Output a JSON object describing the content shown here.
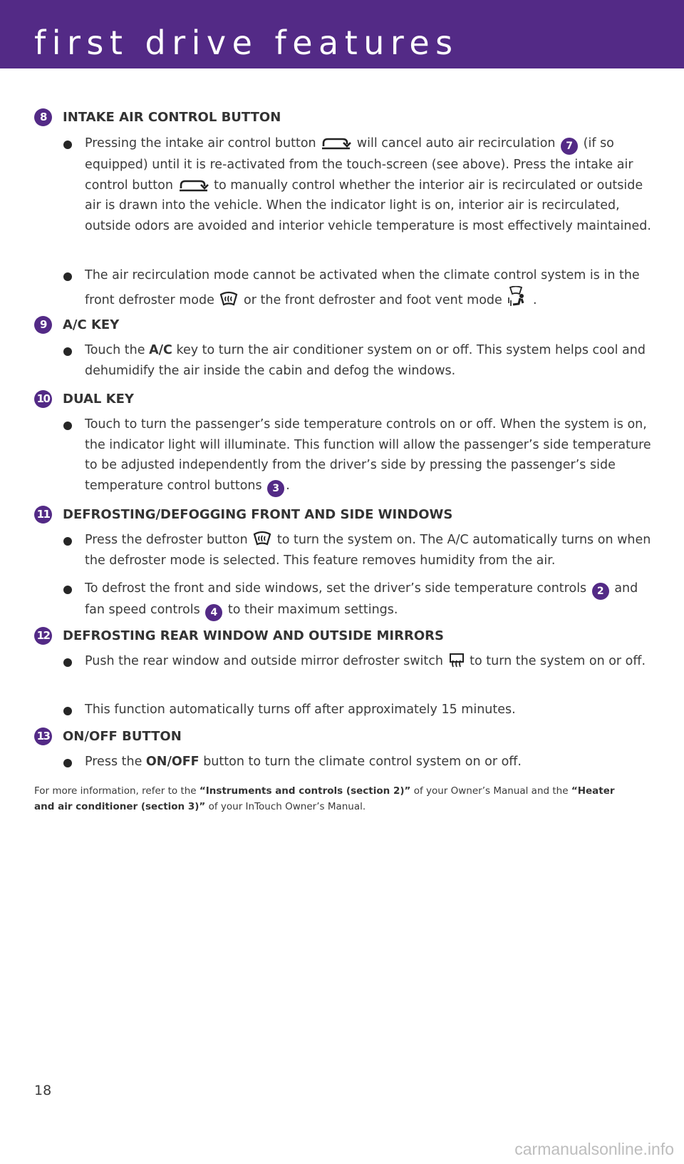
{
  "header": {
    "title": "first drive features"
  },
  "sections": [
    {
      "num": "8",
      "title": "INTAKE AIR CONTROL BUTTON",
      "bullets": [
        {
          "t1": "Pressing the intake air control button",
          "icon1": "recirculation-icon",
          "t2": "will cancel auto air recirculation",
          "ref": "7",
          "t3": "(if so equipped) until it is re-activated from the touch-screen (see above). Press the intake air control button",
          "icon2": "recirculation-icon",
          "t4": "to manually control whether the interior air is recirculated or outside air is drawn into the vehicle. When the indicator light is on, interior air is recirculated, outside odors are avoided and interior vehicle temperature is most effectively maintained."
        },
        {
          "t1": "The air recirculation mode cannot be activated when the climate control system is in the front defroster mode",
          "icon1": "front-defroster-icon",
          "t2": "or the front defroster and foot vent mode",
          "icon2": "defroster-foot-vent-icon",
          "t3": "."
        }
      ]
    },
    {
      "num": "9",
      "title": "A/C KEY",
      "bullets": [
        {
          "t1": "Touch the",
          "bold": "A/C",
          "t2": "key to turn the air conditioner system on or off. This system helps cool and dehumidify the air inside the cabin and defog the windows."
        }
      ]
    },
    {
      "num": "10",
      "title": "DUAL KEY",
      "bullets": [
        {
          "t1": "Touch to turn the passenger’s side temperature controls on or off. When the system is on, the indicator light will illuminate. This function will allow the passenger’s side temperature to be adjusted independently from the driver’s side by pressing the passenger’s side temperature control buttons",
          "ref": "3",
          "t2": "."
        }
      ]
    },
    {
      "num": "11",
      "title": "DEFROSTING/DEFOGGING FRONT AND SIDE WINDOWS",
      "bullets": [
        {
          "t1": "Press the defroster button",
          "icon1": "front-defroster-icon",
          "t2": "to turn the system on. The A/C automatically turns on when the defroster mode is selected. This feature removes humidity from the air."
        },
        {
          "t1": "To defrost the front and side windows, set the driver’s side temperature controls",
          "ref1": "2",
          "t2": "and fan speed controls",
          "ref2": "4",
          "t3": "to their maximum settings."
        }
      ]
    },
    {
      "num": "12",
      "title": "DEFROSTING REAR WINDOW AND OUTSIDE MIRRORS",
      "bullets": [
        {
          "t1": "Push the rear window and outside mirror defroster switch",
          "icon1": "rear-defroster-icon",
          "t2": "to turn the system on or off."
        },
        {
          "t1": "This function automatically turns off after approximately 15 minutes."
        }
      ]
    },
    {
      "num": "13",
      "title": "ON/OFF BUTTON",
      "bullets": [
        {
          "t1": "Press the",
          "bold": "ON/OFF",
          "t2": "button to turn the climate control system on or off."
        }
      ]
    }
  ],
  "footer": {
    "t1": "For more information, refer to the",
    "b1": "“Instruments and controls (section 2)”",
    "t2": "of your Owner’s Manual and the",
    "b2": "“Heater and air conditioner (section 3)”",
    "t3": "of your InTouch Owner’s Manual."
  },
  "page_number": "18",
  "watermark": "carmanualsonline.info",
  "colors": {
    "brand": "#532a86",
    "text": "#3a3a3a"
  }
}
